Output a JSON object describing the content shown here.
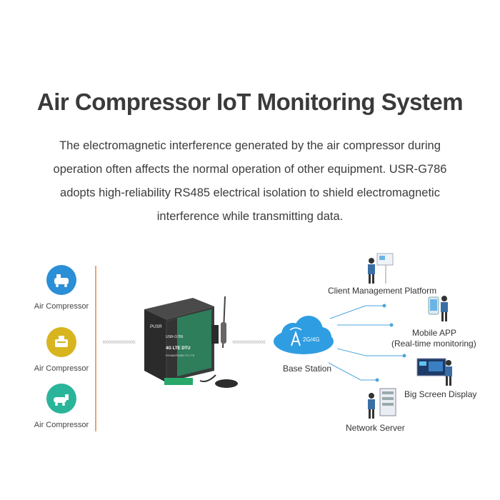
{
  "title": "Air Compressor IoT Monitoring System",
  "description": [
    "The electromagnetic interference generated by the air compressor during",
    "operation often affects the normal operation of other equipment. USR-G786",
    "adopts high-reliability RS485 electrical isolation to shield electromagnetic",
    "interference while transmitting data."
  ],
  "sensors": [
    {
      "label": "Air Compressor",
      "color": "#2a8fd6",
      "icon": "compressor-icon"
    },
    {
      "label": "Air Compressor",
      "color": "#d8b41e",
      "icon": "compressor-icon"
    },
    {
      "label": "Air Compressor",
      "color": "#2ab59a",
      "icon": "compressor-icon"
    }
  ],
  "arrows": "«««««««««",
  "device": {
    "brand": "PUSR",
    "model": "USR-G786",
    "type": "4G LTE DTU",
    "subtype": "RS485/RS485 TO LTE"
  },
  "base_station": {
    "label": "Base Station",
    "badge": "2G/4G"
  },
  "endpoints": {
    "client": "Client Management Platform",
    "mobile_line1": "Mobile APP",
    "mobile_line2": "(Real-time monitoring)",
    "big_screen": "Big Screen Display",
    "server": "Network Server"
  },
  "colors": {
    "accent_line": "#f3a06a",
    "connector": "#4ea6dc",
    "cloud": "#2f9de2"
  }
}
